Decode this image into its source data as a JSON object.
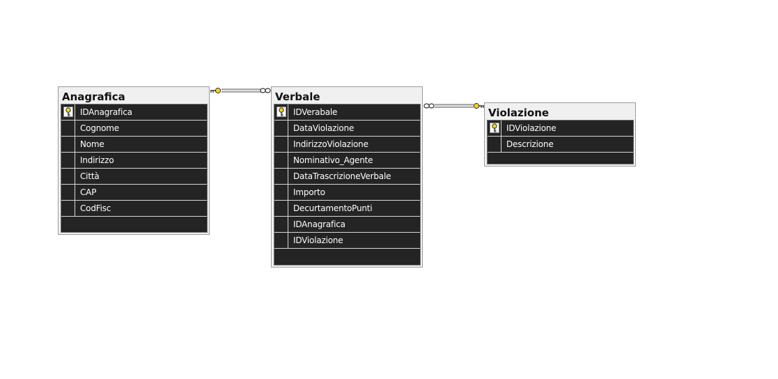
{
  "tables": {
    "anagrafica": {
      "title": "Anagrafica",
      "columns": [
        "IDAnagrafica",
        "Cognome",
        "Nome",
        "Indirizzo",
        "Città",
        "CAP",
        "CodFisc"
      ],
      "primary_key_index": 0
    },
    "verbale": {
      "title": "Verbale",
      "columns": [
        "IDVerabale",
        "DataViolazione",
        "IndirizzoViolazione",
        "Nominativo_Agente",
        "DataTrascrizioneVerbale",
        "Importo",
        "DecurtamentoPunti",
        "IDAnagrafica",
        "IDViolazione"
      ],
      "primary_key_index": 0
    },
    "violazione": {
      "title": "Violazione",
      "columns": [
        "IDViolazione",
        "Descrizione"
      ],
      "primary_key_index": 0
    }
  },
  "relationships": [
    {
      "from": "anagrafica",
      "to": "verbale",
      "from_end": "key-icon",
      "to_end": "infinity-icon"
    },
    {
      "from": "verbale",
      "to": "violazione",
      "from_end": "infinity-icon",
      "to_end": "key-icon"
    }
  ],
  "colors": {
    "grid_background": "#242424",
    "table_frame": "#f0f0f0",
    "key_yellow": "#f2d21b"
  }
}
